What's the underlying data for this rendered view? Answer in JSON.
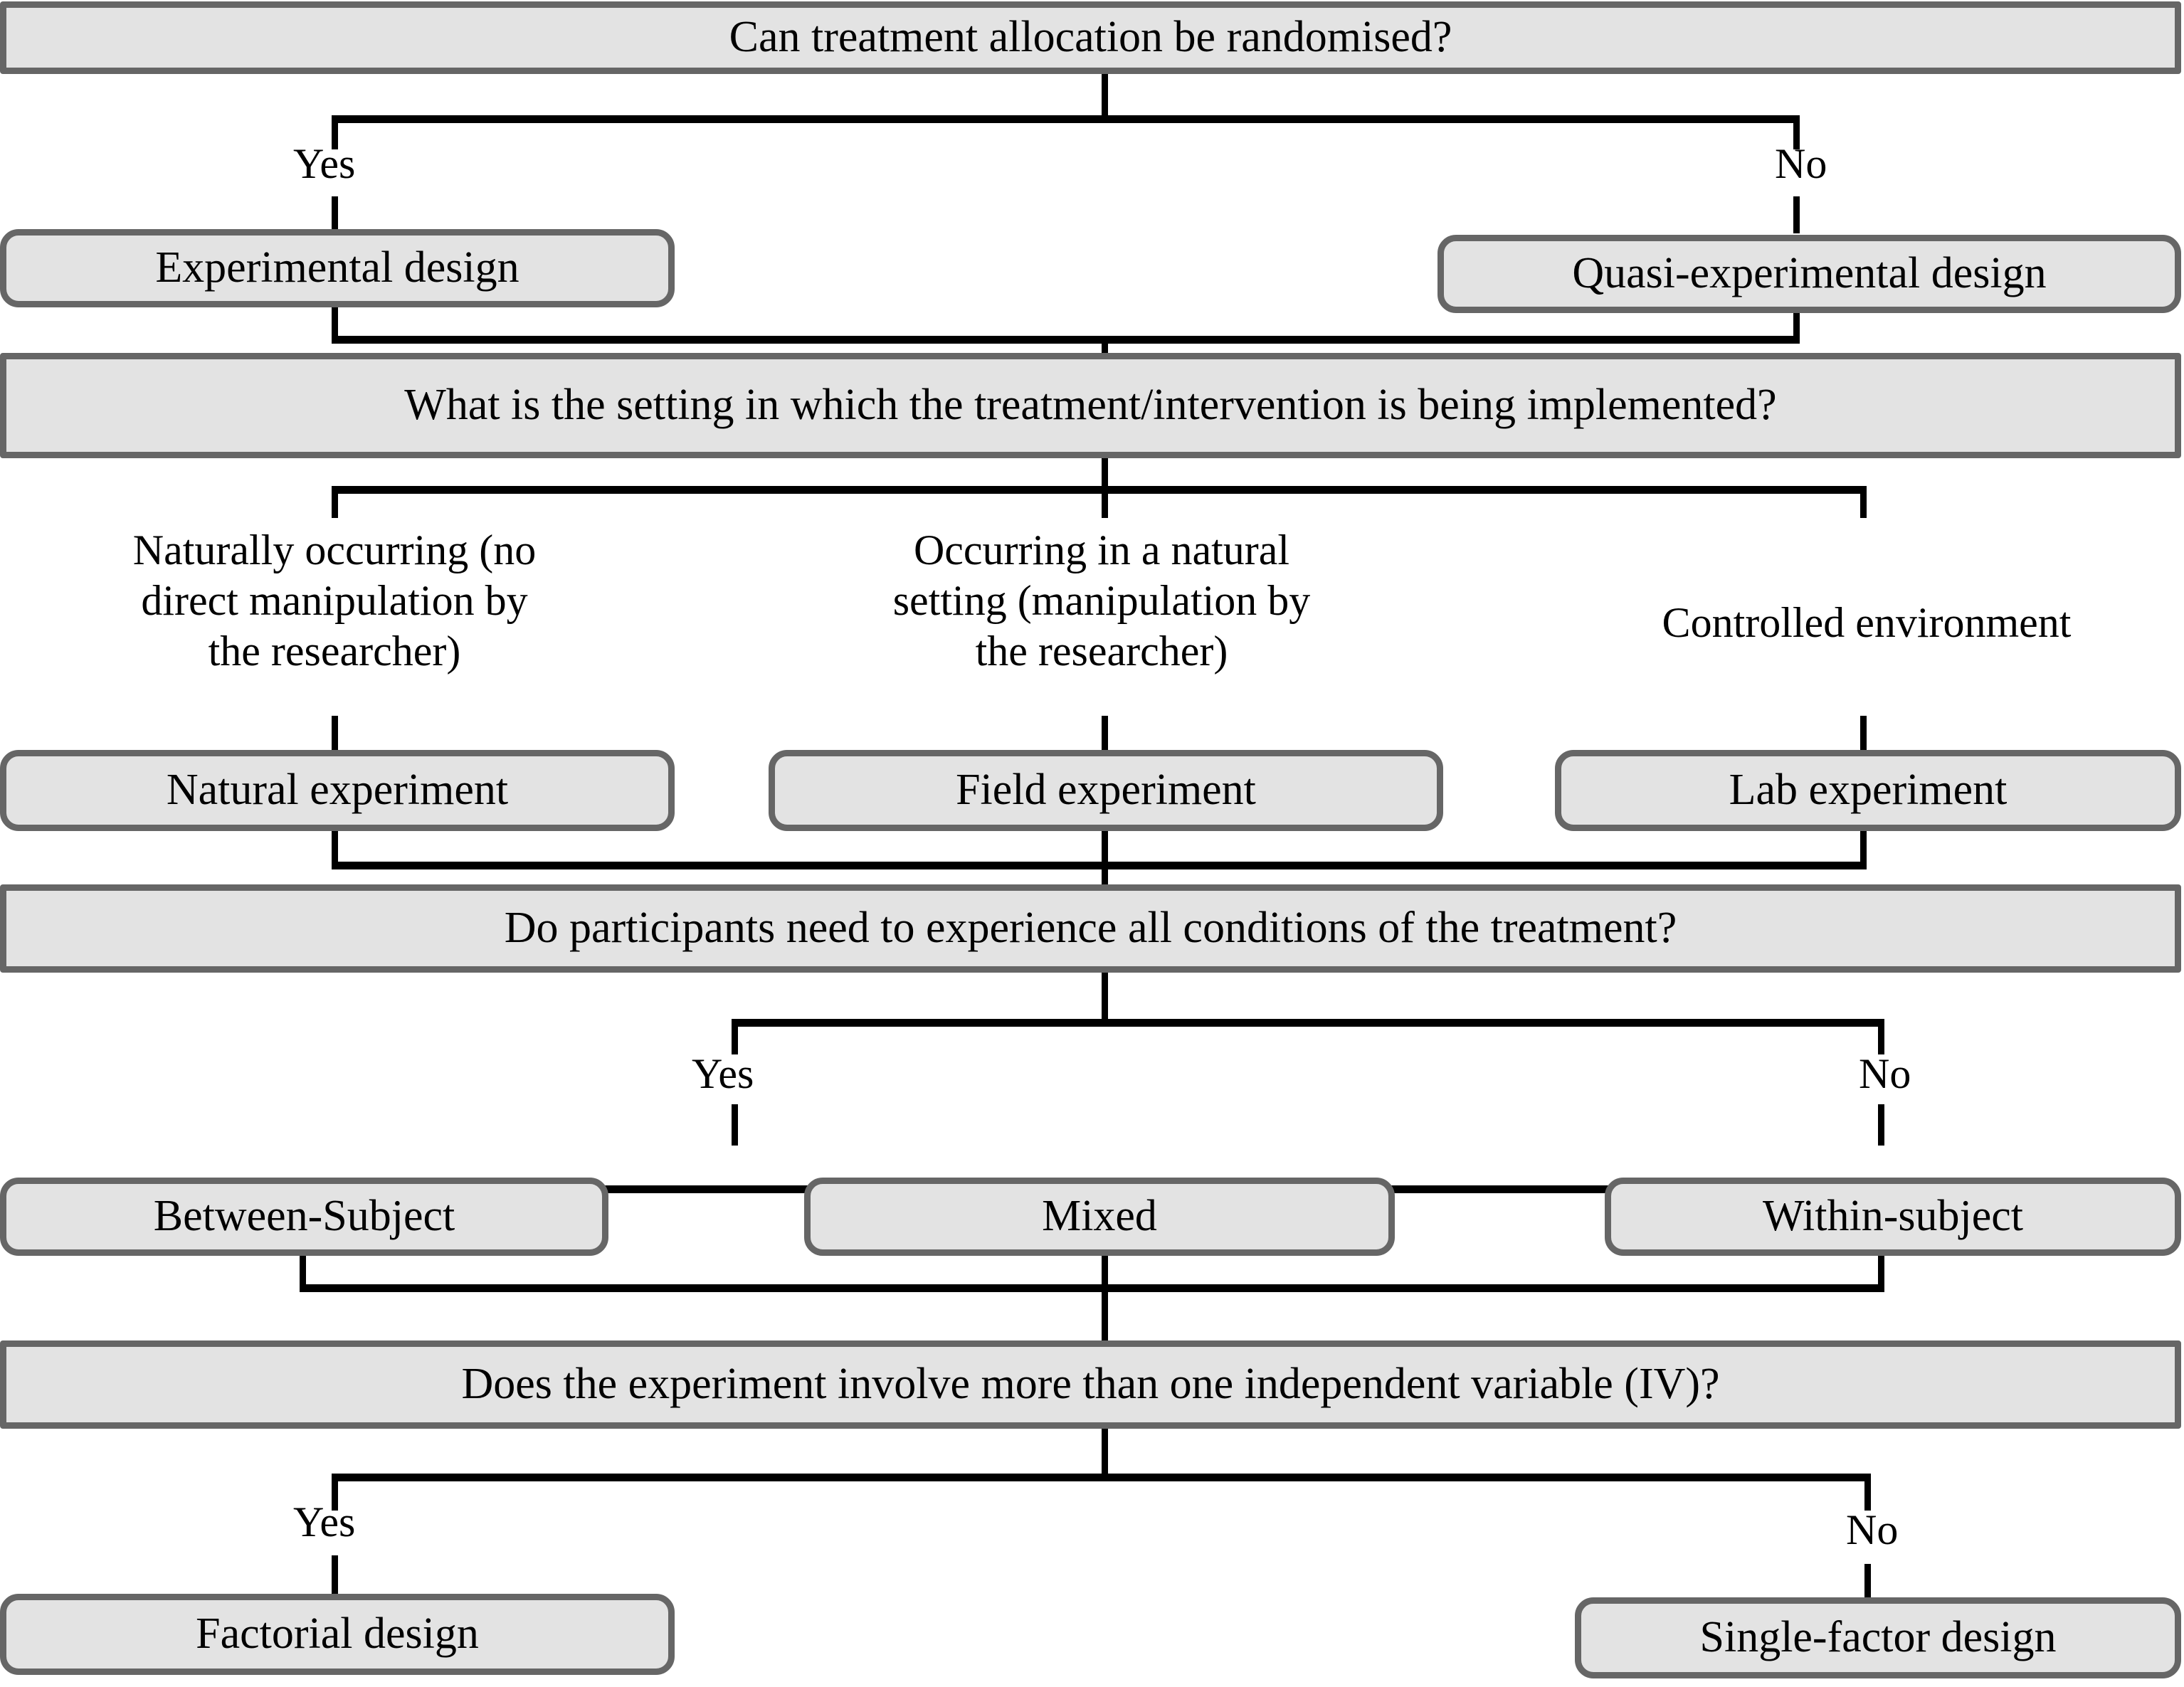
{
  "diagram": {
    "title": "Experimental design decision flowchart",
    "colors": {
      "node_fill": "#e3e3e3",
      "node_border": "#666666",
      "connector": "#000000",
      "text": "#000000"
    },
    "questions": {
      "q1": "Can treatment allocation be randomised?",
      "q2": "What is the setting in which the treatment/intervention is being implemented?",
      "q3": "Do participants need to experience all conditions of the treatment?",
      "q4": "Does the experiment involve more than one independent variable (IV)?"
    },
    "outcomes": {
      "experimental_design": "Experimental design",
      "quasi_experimental_design": "Quasi-experimental design",
      "natural_experiment": "Natural experiment",
      "field_experiment": "Field experiment",
      "lab_experiment": "Lab experiment",
      "between_subject": "Between-Subject",
      "mixed": "Mixed",
      "within_subject": "Within-subject",
      "factorial_design": "Factorial design",
      "single_factor_design": "Single-factor design"
    },
    "edge_labels": {
      "q1_yes": "Yes",
      "q1_no": "No",
      "q2_left": "Naturally occurring (no direct manipulation by the researcher)",
      "q2_left_lines": [
        "Naturally occurring (no",
        "direct manipulation by",
        "the researcher)"
      ],
      "q2_middle": "Occurring in a natural setting (manipulation by the researcher)",
      "q2_middle_lines": [
        "Occurring in a natural",
        "setting (manipulation by",
        "the researcher)"
      ],
      "q2_right": "Controlled environment",
      "q2_right_lines": [
        "Controlled environment"
      ],
      "q3_yes": "Yes",
      "q3_no": "No",
      "q4_yes": "Yes",
      "q4_no": "No"
    }
  }
}
